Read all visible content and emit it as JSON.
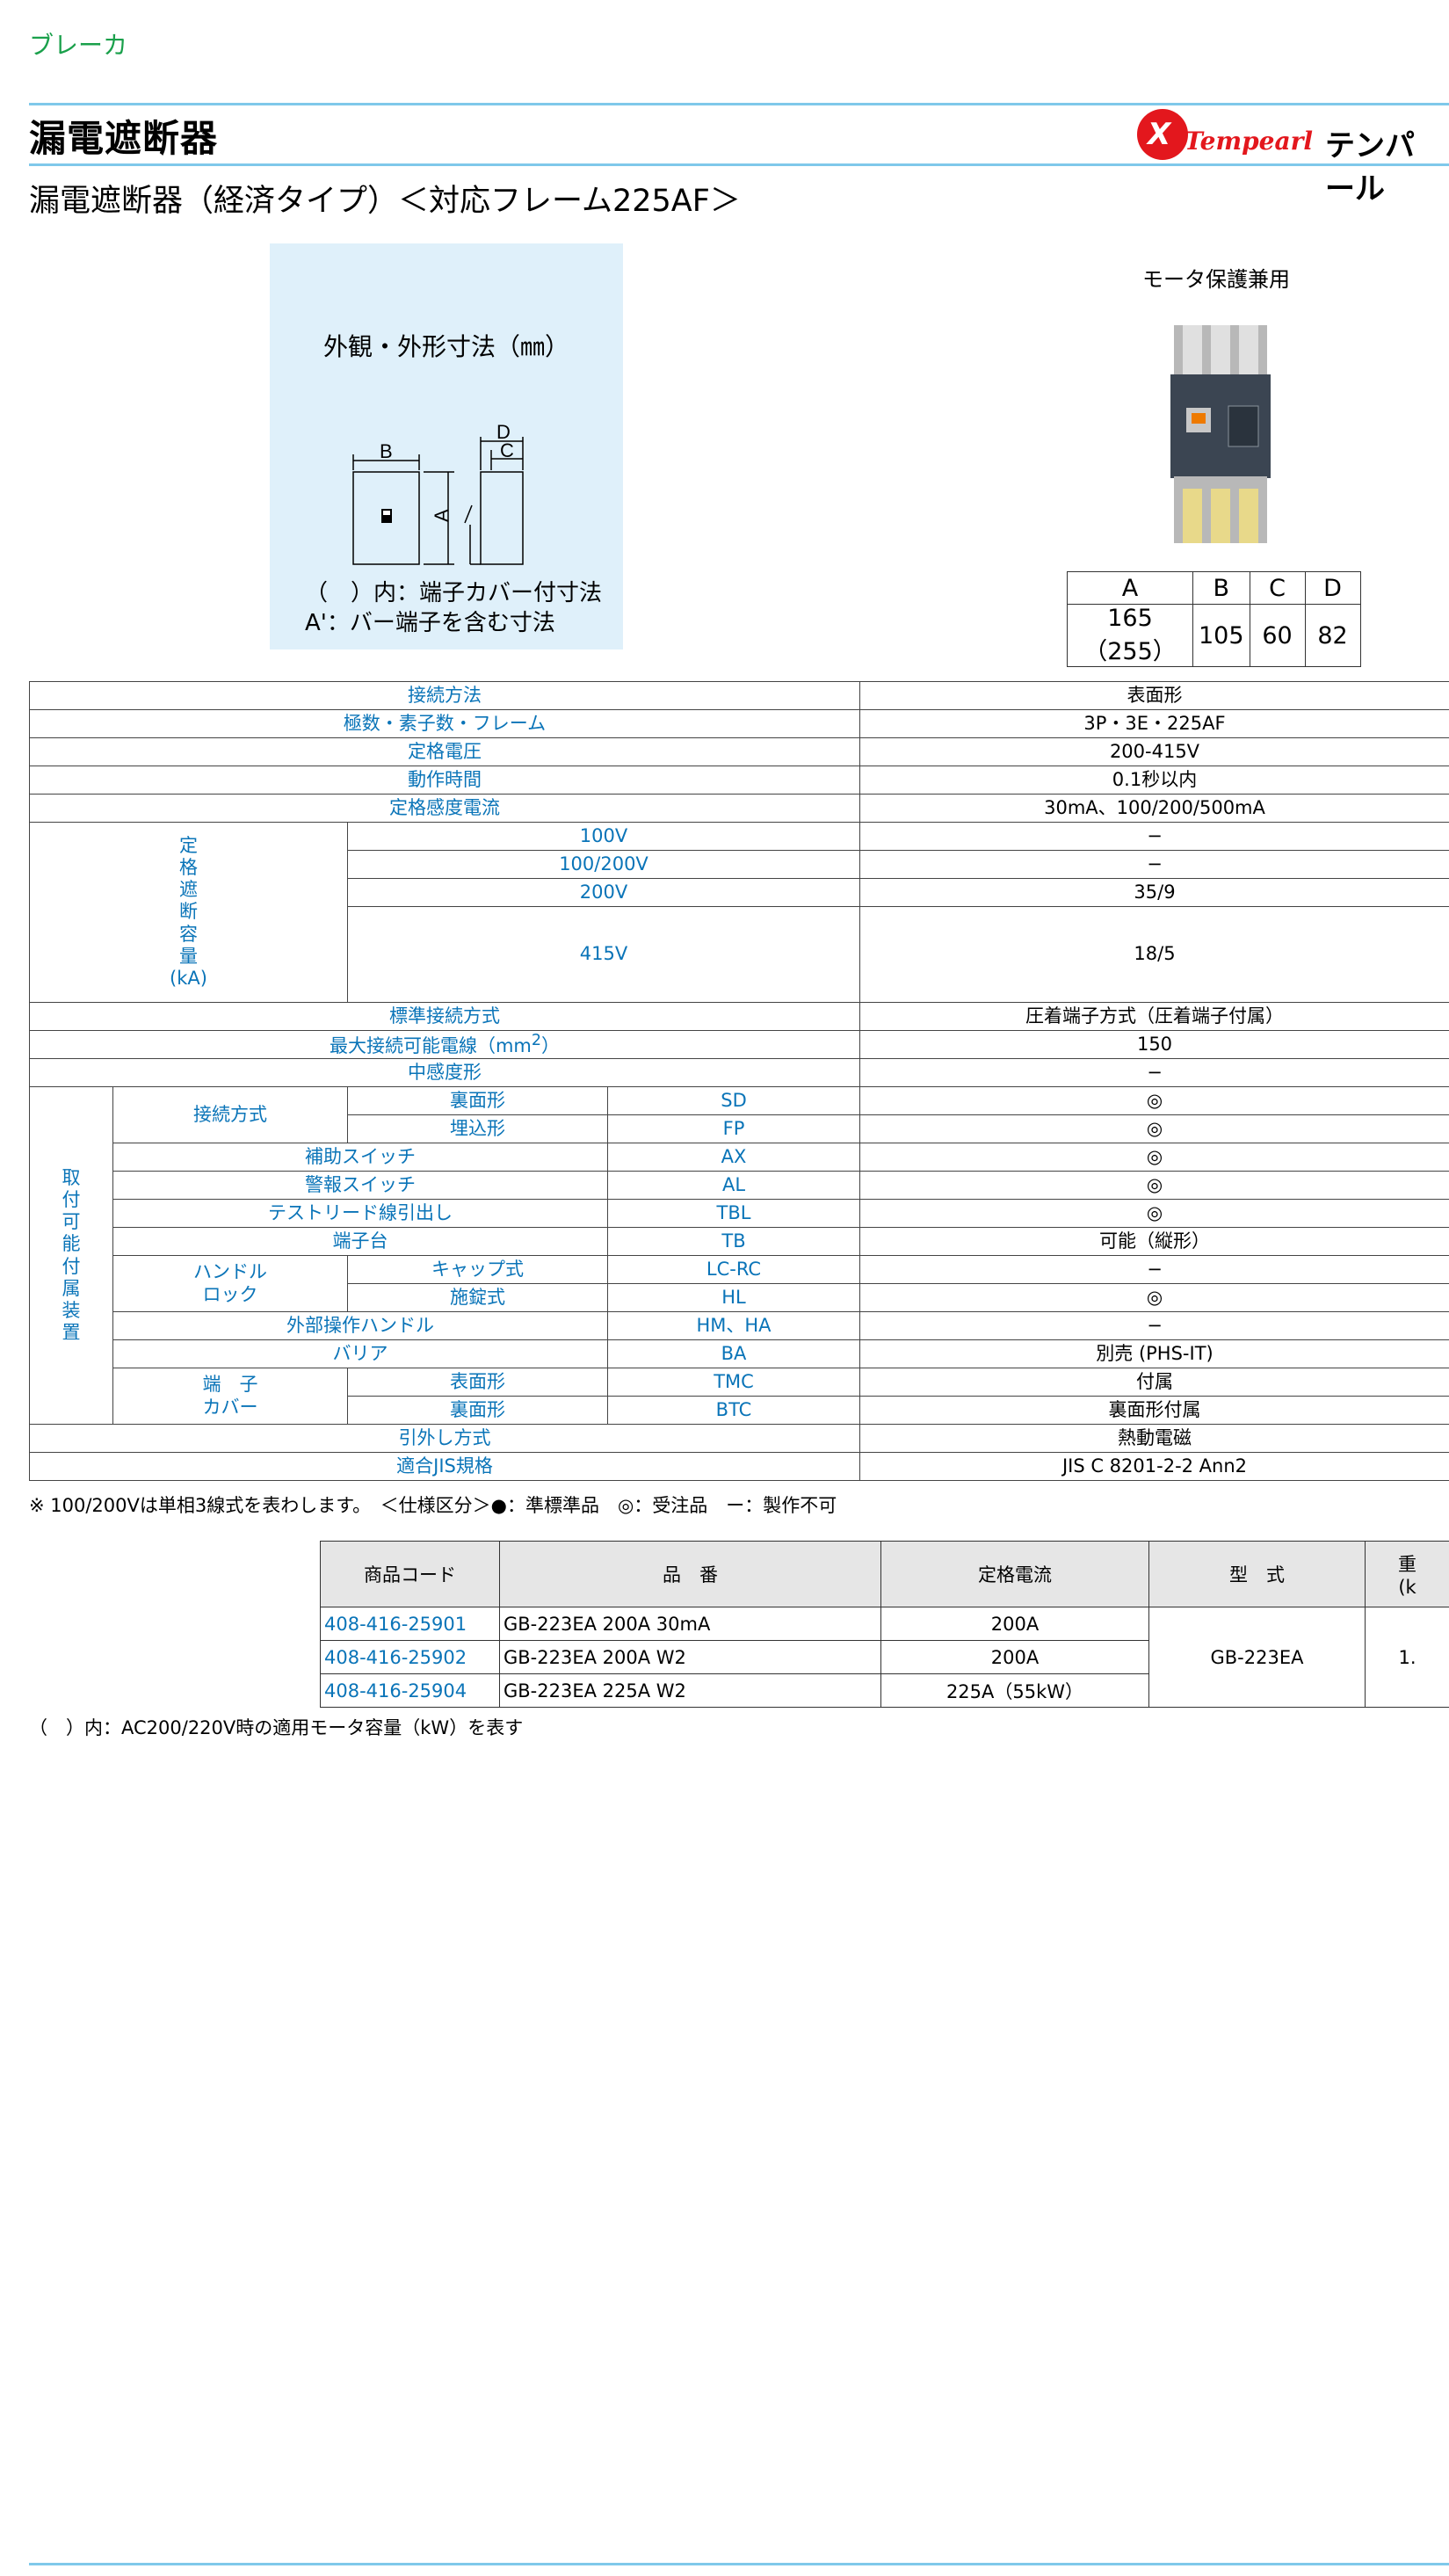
{
  "category": "ブレーカ",
  "page_title": "漏電遮断器",
  "subtitle": "漏電遮断器（経済タイプ）＜対応フレーム225AF＞",
  "brand": {
    "logo_en": "Tempearl",
    "logo_jp": "テンパール"
  },
  "dimension_box": {
    "title": "外観・外形寸法（㎜）",
    "label_a": "A",
    "label_b": "B",
    "label_c": "C",
    "label_d": "D",
    "note1": "（　）内：端子カバー付寸法",
    "note2": "A'：バー端子を含む寸法"
  },
  "motor_label": "モータ保護兼用",
  "dimensions_table": {
    "headers": [
      "A",
      "B",
      "C",
      "D"
    ],
    "values": [
      "165（255）",
      "105",
      "60",
      "82"
    ]
  },
  "spec": {
    "connection_method": {
      "label": "接続方法",
      "value": "表面形"
    },
    "poles": {
      "label": "極数・素子数・フレーム",
      "value": "3P・3E・225AF"
    },
    "rated_voltage": {
      "label": "定格電圧",
      "value": "200-415V"
    },
    "operating_time": {
      "label": "動作時間",
      "value": "0.1秒以内"
    },
    "sensitivity": {
      "label": "定格感度電流",
      "value": "30mA、100/200/500mA"
    },
    "breaking_capacity": {
      "label_chars": [
        "定",
        "格",
        "遮",
        "断",
        "容",
        "量",
        "(kA)"
      ],
      "rows": [
        {
          "voltage": "100V",
          "value": "−"
        },
        {
          "voltage": "100/200V",
          "value": "−"
        },
        {
          "voltage": "200V",
          "value": "35/9"
        },
        {
          "voltage": "415V",
          "value": "18/5"
        }
      ]
    },
    "std_connection": {
      "label": "標準接続方式",
      "value": "圧着端子方式（圧着端子付属）"
    },
    "max_wire": {
      "label": "最大接続可能電線（mm",
      "sup": "2",
      "label_end": "）",
      "value": "150"
    },
    "medium_sensitivity": {
      "label": "中感度形",
      "value": "−"
    },
    "accessories": {
      "label_chars": [
        "取",
        "付",
        "可",
        "能",
        "付",
        "属",
        "装",
        "置"
      ],
      "connection_group": "接続方式",
      "rear": {
        "label": "裏面形",
        "code": "SD",
        "value": "◎"
      },
      "flush": {
        "label": "埋込形",
        "code": "FP",
        "value": "◎"
      },
      "aux_switch": {
        "label": "補助スイッチ",
        "code": "AX",
        "value": "◎"
      },
      "alarm_switch": {
        "label": "警報スイッチ",
        "code": "AL",
        "value": "◎"
      },
      "test_lead": {
        "label": "テストリード線引出し",
        "code": "TBL",
        "value": "◎"
      },
      "terminal_block": {
        "label": "端子台",
        "code": "TB",
        "value": "可能（縦形）"
      },
      "handle_lock_group": "ハンドル\nロック",
      "cap": {
        "label": "キャップ式",
        "code": "LC-RC",
        "value": "−"
      },
      "lock": {
        "label": "施錠式",
        "code": "HL",
        "value": "◎"
      },
      "ext_handle": {
        "label": "外部操作ハンドル",
        "code": "HM、HA",
        "value": "−"
      },
      "barrier": {
        "label": "バリア",
        "code": "BA",
        "value": "別売 (PHS-IT)"
      },
      "terminal_cover_group": "端　子\nカバー",
      "cover_front": {
        "label": "表面形",
        "code": "TMC",
        "value": "付属"
      },
      "cover_rear": {
        "label": "裏面形",
        "code": "BTC",
        "value": "裏面形付属"
      }
    },
    "trip_method": {
      "label": "引外し方式",
      "value": "熱動電磁"
    },
    "jis": {
      "label": "適合JIS規格",
      "value": "JIS C 8201-2-2 Ann2"
    }
  },
  "note_spec": "※ 100/200Vは単相3線式を表わします。　＜仕様区分＞●：準標準品　◎：受注品　ー：製作不可",
  "order_table": {
    "headers": [
      "商品コード",
      "品　番",
      "定格電流",
      "型　式",
      "重\n(k"
    ],
    "rows": [
      {
        "code": "408-416-25901",
        "part": "GB-223EA 200A 30mA",
        "current": "200A"
      },
      {
        "code": "408-416-25902",
        "part": "GB-223EA 200A W2",
        "current": "200A"
      },
      {
        "code": "408-416-25904",
        "part": "GB-223EA 225A W2",
        "current": "225A（55kW）"
      }
    ],
    "model": "GB-223EA",
    "weight": "1."
  },
  "note_order": "（　）内：AC200/220V時の適用モータ容量（kW）を表す"
}
